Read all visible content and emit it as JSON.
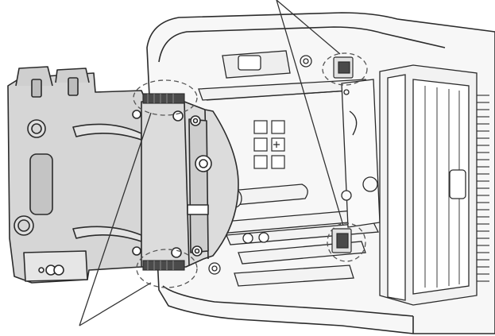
{
  "figure": {
    "caption_top": "",
    "caption_bottom": ""
  },
  "colors": {
    "line": "#2b2b2b",
    "part_fill": "#d6d6d6",
    "part_fill_dark": "#bdbdbd",
    "housing_fill": "#f4f4f4",
    "tab_fill": "#4a4a4a",
    "callout": "#555555"
  },
  "parts": {
    "projector_housing": "projector-housing",
    "lamp_unit": "lamp-unit",
    "lamp_cover_plate": "lamp-cover-plate",
    "heat_sink": "heat-sink-fins",
    "guide_rails": "guide-rails"
  },
  "callouts": {
    "top_group": "housing-latch-callouts",
    "bottom_group": "lamp-tab-callouts"
  }
}
